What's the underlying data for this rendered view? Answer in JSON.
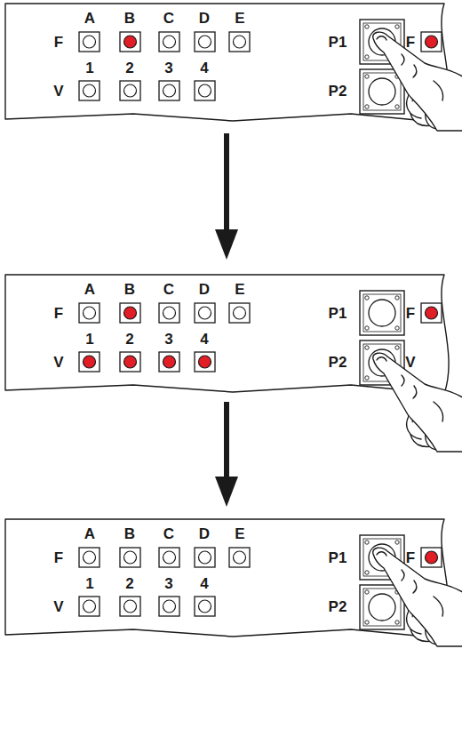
{
  "diagram": {
    "labels": [
      "A",
      "B",
      "C",
      "D",
      "E",
      "F",
      "1",
      "2",
      "3",
      "4",
      "V",
      "P1",
      "F",
      "P2",
      "A",
      "B",
      "C",
      "D",
      "E",
      "F",
      "1",
      "2",
      "3",
      "4",
      "V",
      "P1",
      "F",
      "P2",
      "V",
      "A",
      "B",
      "C",
      "D",
      "E",
      "F",
      "1",
      "2",
      "3",
      "4",
      "V",
      "P1",
      "F",
      "P2"
    ]
  }
}
